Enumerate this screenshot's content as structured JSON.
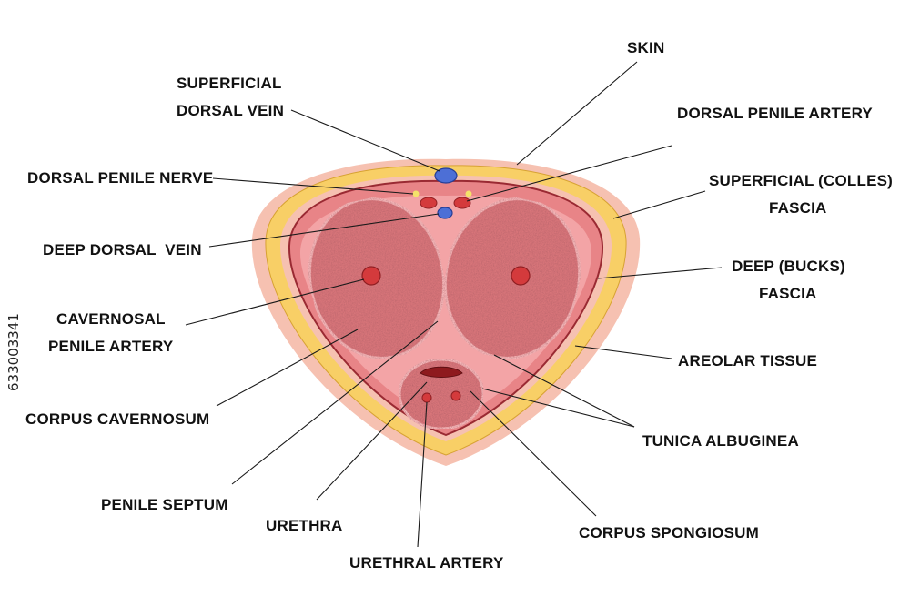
{
  "colors": {
    "outer_skin": "#f6c1b1",
    "areolar_yellow": "#f8cf66",
    "deep_fascia": "#e88487",
    "tunica_albuginea": "#f3a4a6",
    "erectile_tissue": "#d9767a",
    "vein_blue": "#4d6fd6",
    "artery_red": "#d43a3c",
    "nerve_yellow": "#f4e26a"
  },
  "labels": {
    "skin": "SKIN",
    "superficial_dorsal_vein": [
      "SUPERFICIAL",
      "DORSAL VEIN"
    ],
    "dorsal_penile_artery": "DORSAL PENILE ARTERY",
    "dorsal_penile_nerve": "DORSAL PENILE NERVE",
    "superficial_colles_fascia": [
      "SUPERFICIAL (COLLES)",
      "FASCIA"
    ],
    "deep_dorsal_vein": "DEEP DORSAL  VEIN",
    "deep_bucks_fascia": [
      "DEEP (BUCKS)",
      "FASCIA"
    ],
    "cavernosal_penile_artery": [
      "CAVERNOSAL",
      "PENILE ARTERY"
    ],
    "areolar_tissue": "AREOLAR TISSUE",
    "corpus_cavernosum": "CORPUS CAVERNOSUM",
    "tunica_albuginea": "TUNICA ALBUGINEA",
    "penile_septum": "PENILE SEPTUM",
    "urethra": "URETHRA",
    "corpus_spongiosum": "CORPUS SPONGIOSUM",
    "urethral_artery": "URETHRAL ARTERY"
  },
  "stock_id": "633003341"
}
